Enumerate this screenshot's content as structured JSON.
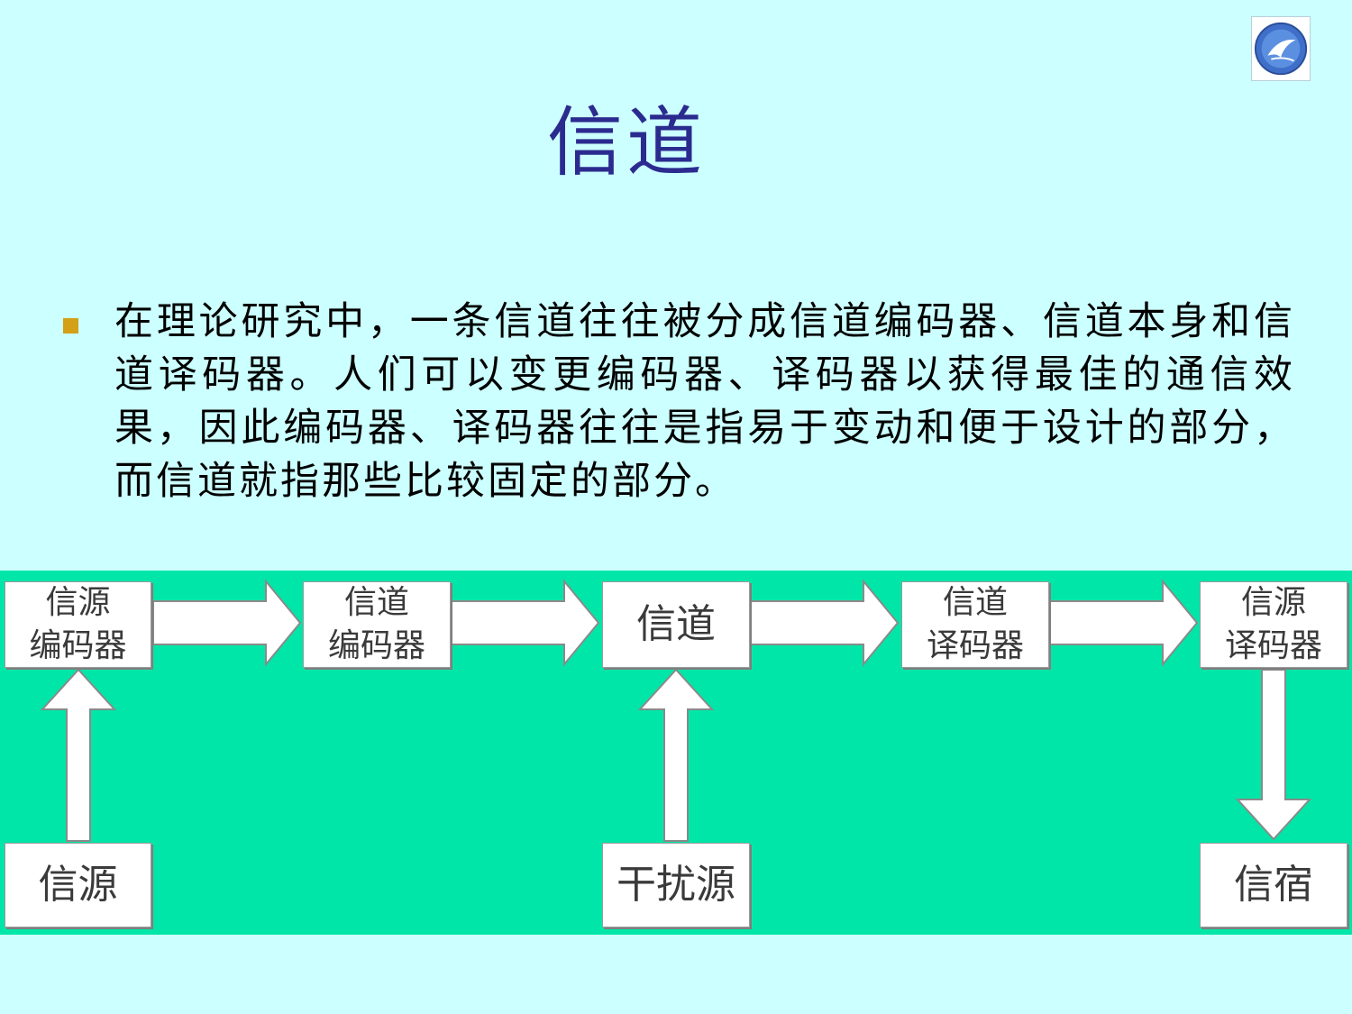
{
  "slide": {
    "title": "信道",
    "bullet_text": "在理论研究中，一条信道往往被分成信道编码器、信道本身和信道译码器。人们可以变更编码器、译码器以获得最佳的通信效果，因此编码器、译码器往往是指易于变动和便于设计的部分，而信道就指那些比较固定的部分。"
  },
  "diagram": {
    "boxes": {
      "source_encoder": "信源\n编码器",
      "channel_encoder": "信道\n编码器",
      "channel": "信道",
      "channel_decoder": "信道\n译码器",
      "source_decoder": "信源\n译码器",
      "source": "信源",
      "noise": "干扰源",
      "sink": "信宿"
    },
    "colors": {
      "slide_background": "#ccffff",
      "diagram_background": "#00e6a8",
      "title": "#2b2b8f",
      "bullet": "#d4a017",
      "box_fill": "#ffffff"
    }
  }
}
